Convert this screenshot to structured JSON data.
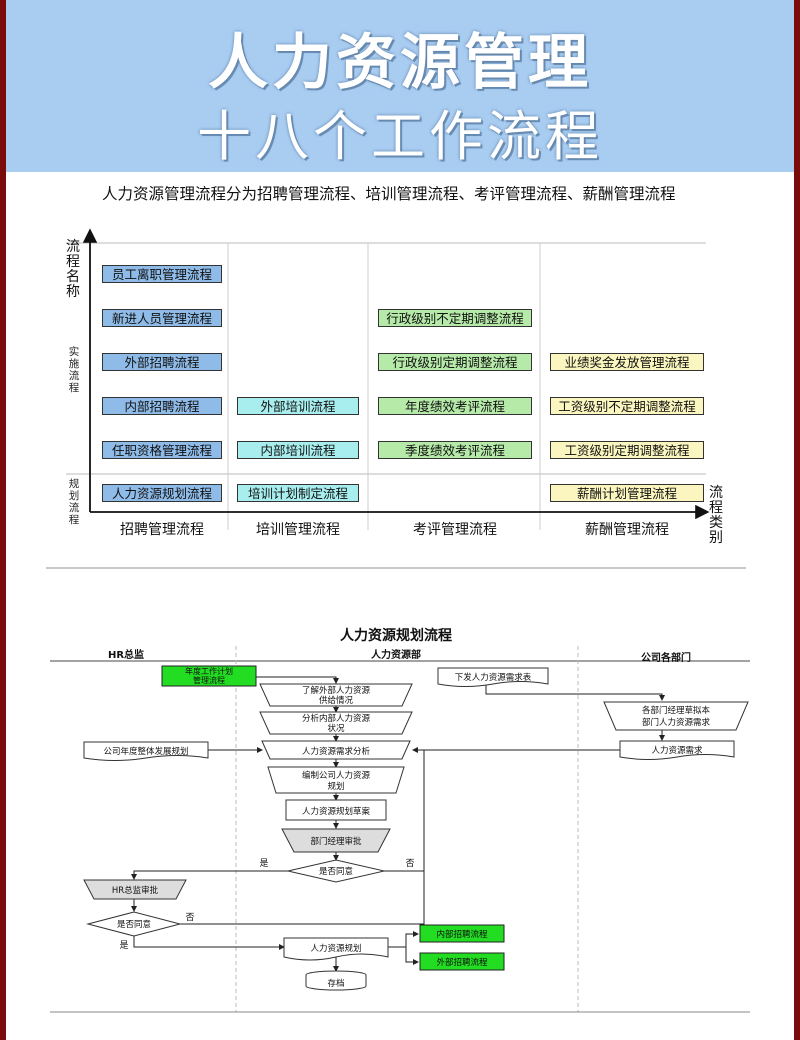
{
  "header": {
    "title": "人力资源管理",
    "subtitle": "十八个工作流程"
  },
  "intro": "人力资源管理流程分为招聘管理流程、培训管理流程、考评管理流程、薪酬管理流程",
  "matrix": {
    "y_axis_title": "流程名称",
    "x_axis_title": "流程类别",
    "band_labels": {
      "implementation": "实施流程",
      "planning": "规划流程"
    },
    "categories": [
      "招聘管理流程",
      "培训管理流程",
      "考评管理流程",
      "薪酬管理流程"
    ],
    "recruit": [
      "员工离职管理流程",
      "新进人员管理流程",
      "外部招聘流程",
      "内部招聘流程",
      "任职资格管理流程",
      "人力资源规划流程"
    ],
    "training": [
      "外部培训流程",
      "内部培训流程",
      "培训计划制定流程"
    ],
    "appraisal": [
      "行政级别不定期调整流程",
      "行政级别定期调整流程",
      "年度绩效考评流程",
      "季度绩效考评流程"
    ],
    "salary": [
      "业绩奖金发放管理流程",
      "工资级别不定期调整流程",
      "工资级别定期调整流程",
      "薪酬计划管理流程"
    ]
  },
  "flowchart": {
    "title": "人力资源规划流程",
    "lanes": [
      "HR总监",
      "人力资源部",
      "公司各部门"
    ],
    "nodes": {
      "annual_plan": "年度工作计划管理流程",
      "understand_external": "了解外部人力资源供给情况",
      "analyze_internal": "分析内部人力资源状况",
      "demand_analysis": "人力资源需求分析",
      "compile_plan": "编制公司人力资源规划",
      "draft": "人力资源规划草案",
      "dept_manager_review": "部门经理审批",
      "agree_1": "是否同意",
      "hr_director_review": "HR总监审批",
      "agree_2": "是否同意",
      "hr_plan": "人力资源规划",
      "archive": "存档",
      "company_dev_plan": "公司年度整体发展规划",
      "issue_demand_form": "下发人力资源需求表",
      "dept_draft": "各部门经理草拟本部门人力资源需求",
      "hr_demand": "人力资源需求",
      "internal_recruit": "内部招聘流程",
      "external_recruit": "外部招聘流程"
    },
    "labels": {
      "yes": "是",
      "no": "否"
    }
  },
  "colors": {
    "header_bg": "#a9cdf1",
    "frame": "#7a0c0c",
    "recruit": "#8fbbe8",
    "training": "#a9eeee",
    "appraisal": "#b6eaa9",
    "salary": "#fbf6bf",
    "flow_green": "#22dd22"
  }
}
